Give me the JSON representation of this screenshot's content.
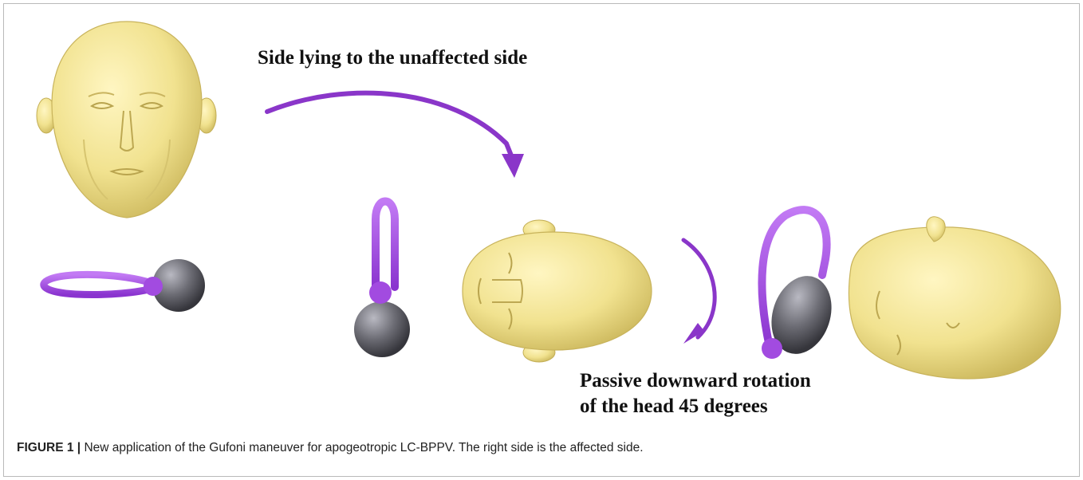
{
  "figure": {
    "label_top": "Side lying to the unaffected side",
    "label_bottom_line1": "Passive downward rotation",
    "label_bottom_line2": "of the head 45 degrees",
    "caption_label": "FIGURE 1 |",
    "caption_text": " New application of the Gufoni maneuver for apogeotropic LC-BPPV. The right side is the affected side."
  },
  "colors": {
    "head_fill": "#f3e79b",
    "head_shade": "#d8c56a",
    "canal_purple": "#a24be0",
    "arrow_purple": "#8a36c9",
    "sphere_gray": "#5e5e66"
  },
  "icons": [
    "head-front-icon",
    "head-top-icon",
    "head-rotated-icon",
    "canal-model-icon",
    "curved-arrow-icon"
  ]
}
